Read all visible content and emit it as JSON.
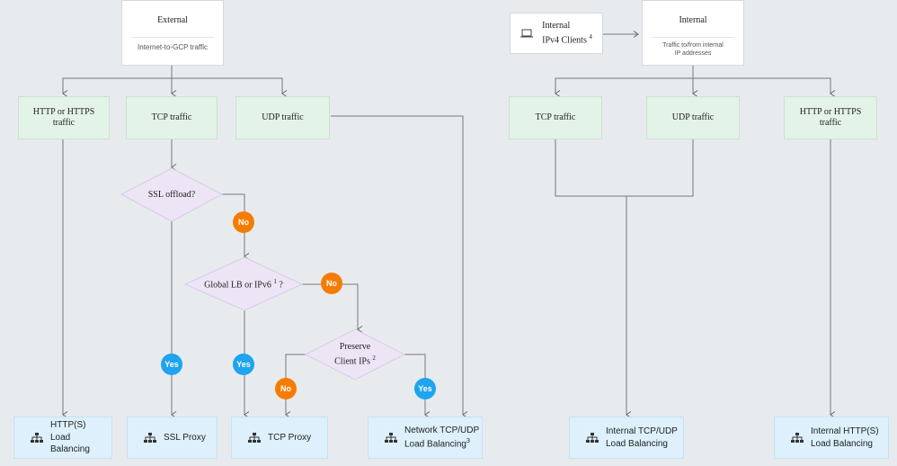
{
  "external": {
    "title": "External",
    "subtitle": "Internet-to-GCP traffic"
  },
  "internal": {
    "title": "Internal",
    "subtitle_line1": "Traffic to/from internal",
    "subtitle_line2": "IP addresses"
  },
  "internal_clients": {
    "line1": "Internal",
    "line2": "IPv4 Clients",
    "note": "4"
  },
  "ext_categories": {
    "http_line1": "HTTP or HTTPS",
    "http_line2": "traffic",
    "tcp": "TCP traffic",
    "udp": "UDP traffic"
  },
  "int_categories": {
    "tcp": "TCP traffic",
    "udp": "UDP traffic",
    "http_line1": "HTTP or HTTPS",
    "http_line2": "traffic"
  },
  "decisions": {
    "ssl_offload": "SSL offload?",
    "global_lb": "Global LB or IPv6",
    "global_lb_note": "1",
    "global_lb_q": "?",
    "preserve_line1": "Preserve",
    "preserve_line2": "Client IPs",
    "preserve_note": "2"
  },
  "badges": {
    "yes": "Yes",
    "no": "No"
  },
  "results": {
    "http_lb_line1": "HTTP(S)",
    "http_lb_line2": "Load Balancing",
    "ssl_proxy": "SSL Proxy",
    "tcp_proxy": "TCP Proxy",
    "network_lb_line1": "Network TCP/UDP",
    "network_lb_line2": "Load Balancing",
    "network_lb_note": "3",
    "internal_tcp_line1": "Internal TCP/UDP",
    "internal_tcp_line2": "Load Balancing",
    "internal_http_line1": "Internal HTTP(S)",
    "internal_http_line2": "Load Balancing"
  },
  "icons": {
    "load_balancer": "load-balancer-icon",
    "laptop": "laptop-icon"
  },
  "colors": {
    "background": "#e8ebee",
    "traffic_box": "#e3f3e8",
    "decision": "#ede5f6",
    "result_box": "#ddf0fb",
    "no_badge": "#f57c00",
    "yes_badge": "#1ea4f0",
    "line": "#777777"
  }
}
